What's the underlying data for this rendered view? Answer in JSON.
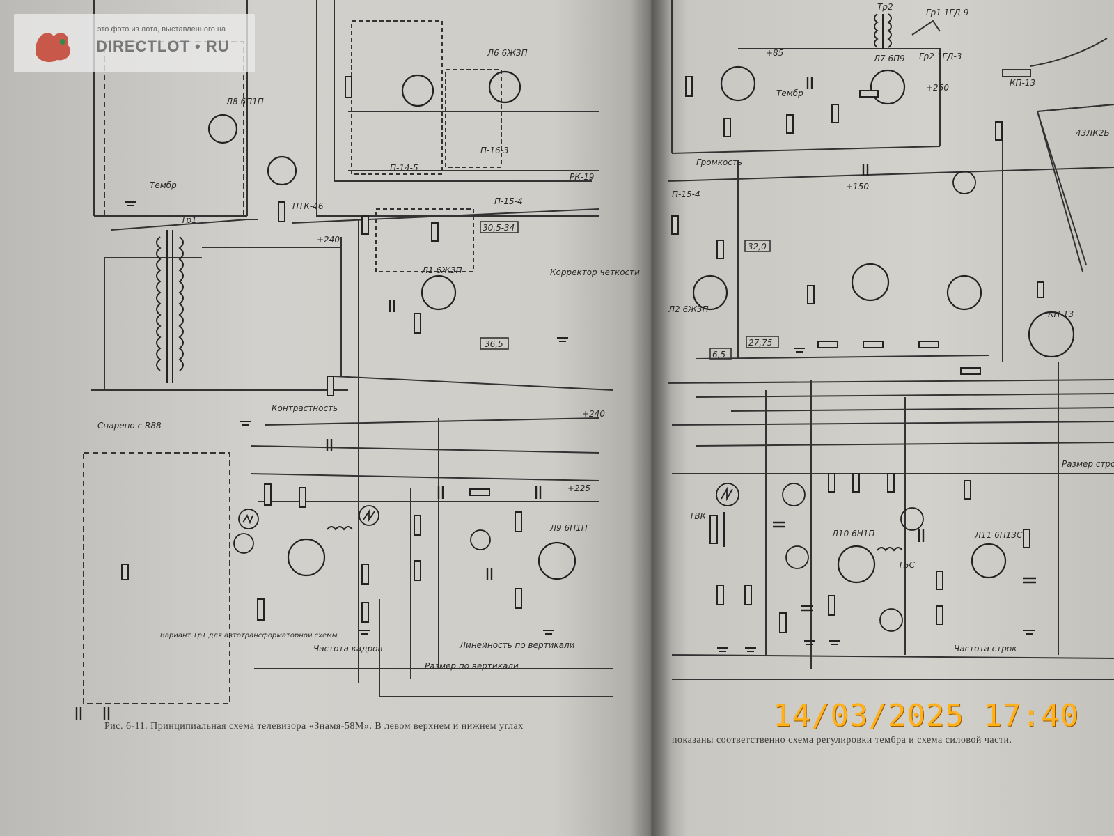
{
  "watermark": {
    "small_text": "это фото из лота, выставленного на",
    "brand": "DIRECTLOT • RU"
  },
  "timestamp": "14/03/2025  17:40",
  "caption": {
    "left": "Рис. 6-11. Принципиальная схема телевизора «Знамя-58М». В левом верхнем и нижнем углах",
    "right": "показаны соответственно схема регулировки тембра и схема силовой части."
  },
  "labels": {
    "tp1": "Тр1",
    "ptk": "ПТК-46",
    "pk19": "РК-19",
    "l1": "Л1 6Ж3П",
    "l2": "Л2 6Ж3П",
    "l6": "Л6 6Ж3П",
    "l7": "Л7 6П9",
    "l8": "Л8 6П1П",
    "l9": "Л9 6П1П",
    "l10": "Л10 6Н1П",
    "l11": "Л11 6П13С",
    "tvk": "ТВК",
    "tbs": "ТБС",
    "plus240": "+240",
    "plus225": "+225",
    "plus150": "+150",
    "plus250": "+250",
    "plus85": "+85",
    "kp13a": "КП-13",
    "kp13b": "КП-13",
    "gromkost": "Громкость",
    "timbre": "Тембр",
    "kontrast": "Контрастность",
    "chastota_kadrov": "Частота кадров",
    "lineinost": "Линейность по вертикали",
    "razmer_vert": "Размер по вертикали",
    "chastota_strok": "Частота строк",
    "razmer_strok": "Размер строк",
    "korrektor": "Корректор четкости",
    "variant": "Вариант Тр1 для автотрансформаторной схемы",
    "sparenno": "Спарено с R88",
    "p154": "П-15-4",
    "p145": "П-14-5",
    "p163": "П-16-3",
    "kine": "43ЛК2Б",
    "box_305": "30,5-34",
    "box_320": "32,0",
    "box_365": "36,5",
    "box_65": "6,5",
    "box_2775": "27,75",
    "tr2": "Тр2",
    "gr1": "Гр1 1ГД-9",
    "gr2": "Гр2 1ГД-3"
  }
}
